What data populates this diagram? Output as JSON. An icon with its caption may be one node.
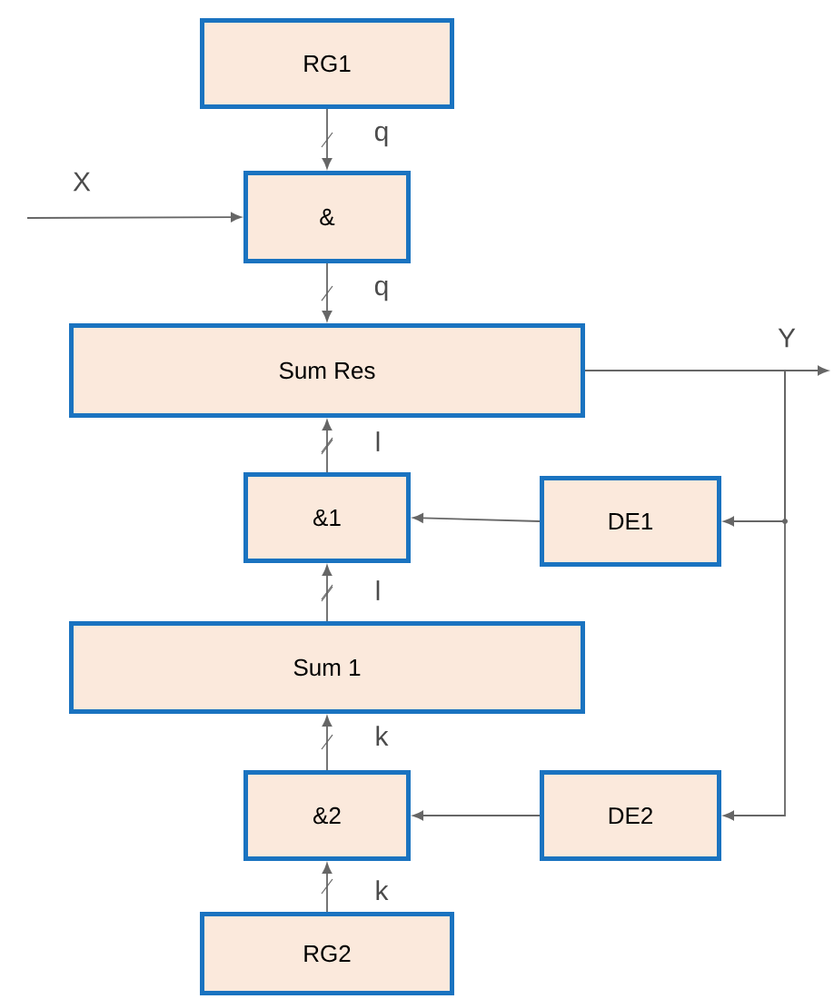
{
  "diagram": {
    "nodes": [
      {
        "text": [
          "RG1"
        ]
      },
      {
        "text": [
          "&"
        ]
      },
      {
        "text": [
          "Sum Res"
        ]
      },
      {
        "text": [
          "&1"
        ]
      },
      {
        "text": [
          "DE1"
        ]
      },
      {
        "text": [
          "Sum 1"
        ]
      },
      {
        "text": [
          "&2"
        ]
      },
      {
        "text": [
          "DE2"
        ]
      },
      {
        "text": [
          "RG2"
        ]
      }
    ],
    "edges": [
      {
        "from": 0,
        "to": 1,
        "arrow": "to",
        "label": "q"
      },
      {
        "from": 1,
        "to": 2,
        "arrow": "to",
        "label": "q"
      },
      {
        "from": null,
        "to": 1,
        "arrow": "to",
        "label": "X"
      },
      {
        "from": 2,
        "to": null,
        "arrow": "to",
        "label": "Y"
      },
      {
        "from": 3,
        "to": 2,
        "arrow": "to",
        "label": "l"
      },
      {
        "from": 5,
        "to": 3,
        "arrow": "to",
        "label": "l"
      },
      {
        "from": 6,
        "to": 5,
        "arrow": "to",
        "label": "k"
      },
      {
        "from": 8,
        "to": 6,
        "arrow": "to",
        "label": "k"
      },
      {
        "from": 4,
        "to": 3,
        "arrow": "to"
      },
      {
        "from": 7,
        "to": 6,
        "arrow": "to"
      },
      {
        "from": 2,
        "to": 4,
        "arrow": "to"
      },
      {
        "from": 2,
        "to": 7,
        "arrow": "to"
      }
    ]
  }
}
